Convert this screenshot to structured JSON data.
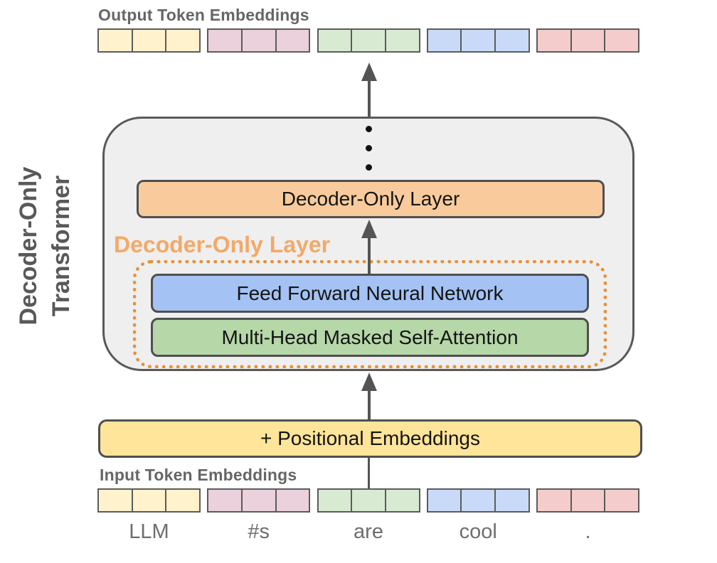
{
  "diagram": {
    "title_line1": "Decoder-Only",
    "title_line2": "Transformer",
    "output_label": "Output Token Embeddings",
    "input_label": "Input Token Embeddings",
    "decoder_layer_box": "Decoder-Only Layer",
    "decoder_layer_caption": "Decoder-Only Layer",
    "ffnn_box": "Feed Forward Neural Network",
    "attention_box": "Multi-Head Masked Self-Attention",
    "positional_box": "+ Positional Embeddings"
  },
  "tokens": [
    "LLM",
    "#s",
    "are",
    "cool",
    "."
  ],
  "embeddings": {
    "cells_per_strip": 3,
    "strip_colors": [
      "#FFF2CC",
      "#EAD1DC",
      "#D9EAD3",
      "#C9DAF8",
      "#F4CCCC"
    ]
  },
  "colors": {
    "container_fill": "#EFEFEF",
    "container_border": "#595959",
    "decoder_layer_fill": "#F9CB9C",
    "ffnn_fill": "#A4C2F4",
    "attention_fill": "#B6D7A8",
    "positional_fill": "#FFE599",
    "box_border": "#4F4F4F",
    "caption_orange": "#F3A968",
    "dotted_orange": "#E69138",
    "label_gray": "#666666",
    "title_gray": "#595959",
    "arrow_gray": "#545454",
    "token_text": "#6E6E6E"
  }
}
